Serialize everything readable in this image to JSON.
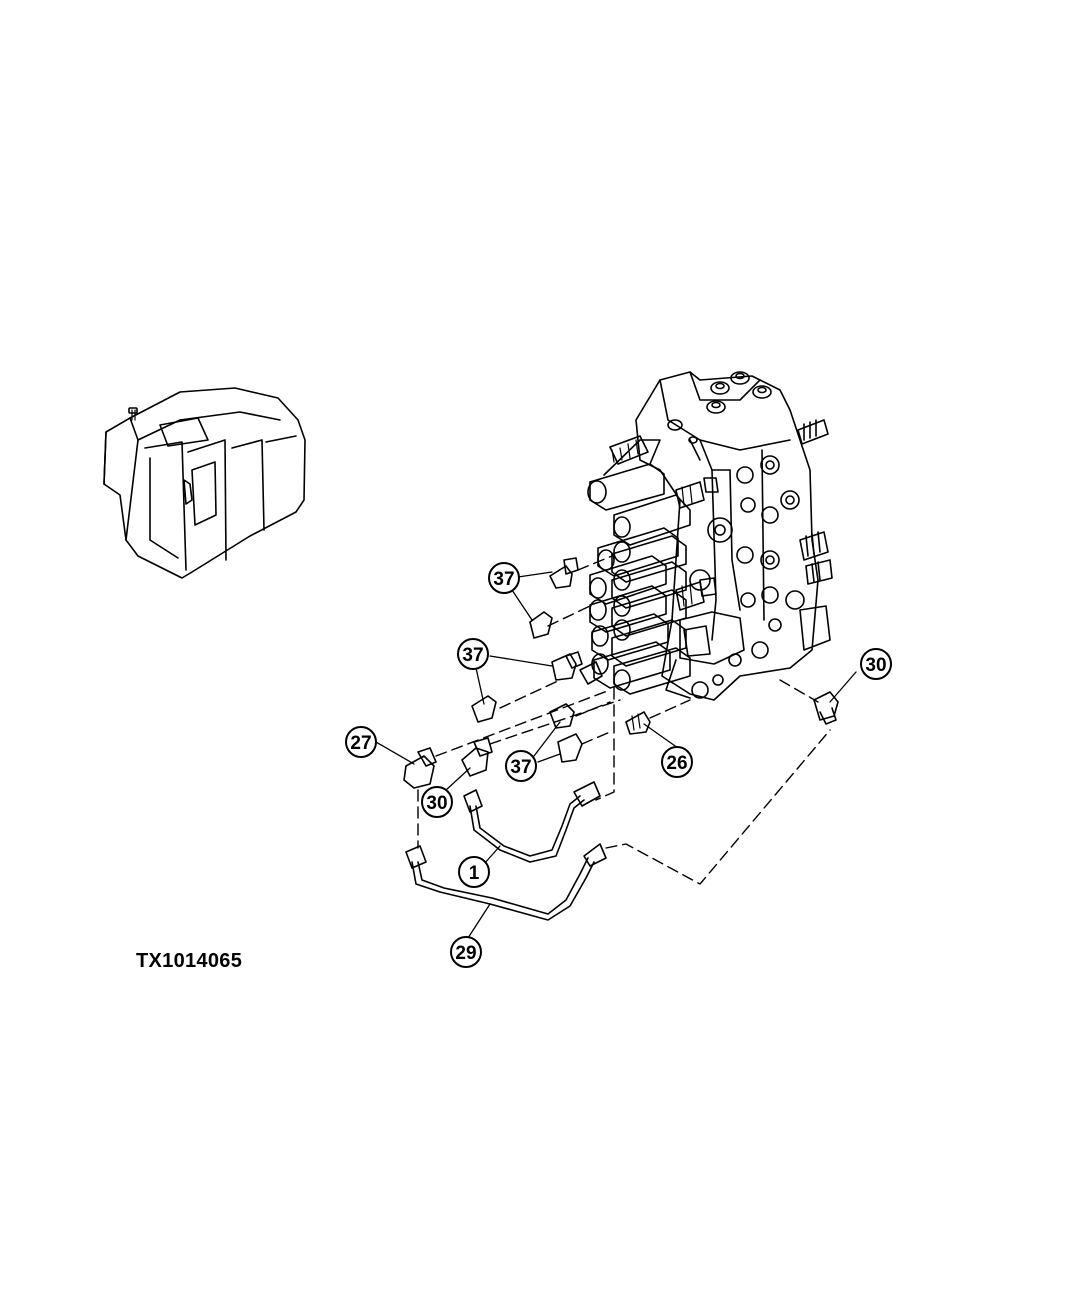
{
  "figure": {
    "id_label": "TX1014065"
  },
  "callouts": [
    {
      "label": "37"
    },
    {
      "label": "37"
    },
    {
      "label": "27"
    },
    {
      "label": "30"
    },
    {
      "label": "37"
    },
    {
      "label": "26"
    },
    {
      "label": "30"
    },
    {
      "label": "1"
    },
    {
      "label": "29"
    }
  ],
  "colors": {
    "line": "#000000",
    "background": "#ffffff"
  }
}
